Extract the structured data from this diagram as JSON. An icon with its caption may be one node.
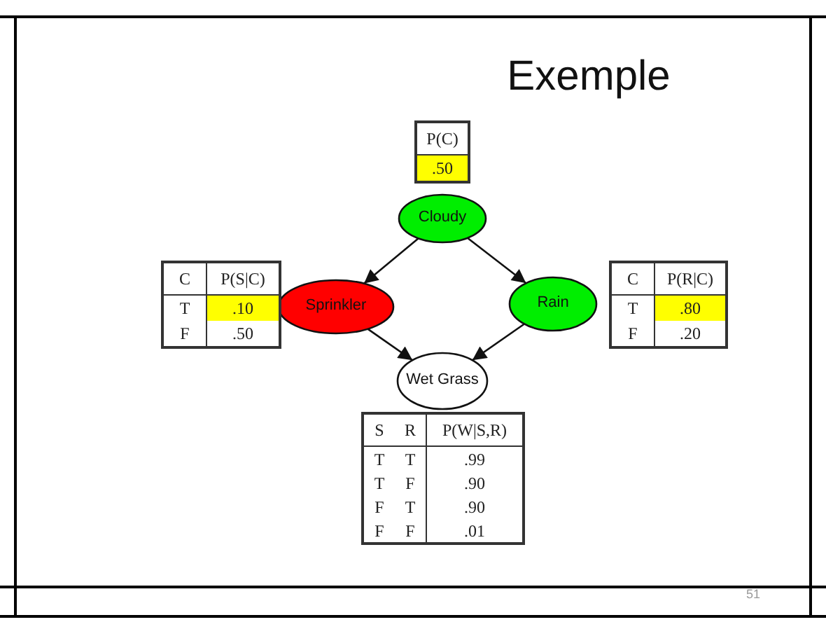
{
  "diagram": {
    "title": "Exemple",
    "nodes": [
      {
        "text": [
          "Cloudy"
        ]
      },
      {
        "text": [
          "Sprinkler"
        ]
      },
      {
        "text": [
          "Rain"
        ]
      },
      {
        "text": [
          "Wet Grass"
        ]
      }
    ],
    "edges": [
      {
        "from": 0,
        "to": 1,
        "arrow": "to"
      },
      {
        "from": 0,
        "to": 2,
        "arrow": "to"
      },
      {
        "from": 1,
        "to": 3,
        "arrow": "to"
      },
      {
        "from": 2,
        "to": 3,
        "arrow": "to"
      }
    ],
    "labels": [
      "P(C)",
      ".50",
      "C",
      "P(S|C)",
      "T",
      ".10",
      "F",
      ".50",
      "C",
      "P(R|C)",
      "T",
      ".80",
      "F",
      ".20",
      "S",
      "R",
      "P(W|S,R)",
      "T",
      "T",
      ".99",
      "T",
      "F",
      ".90",
      "F",
      "T",
      ".90",
      "F",
      "F",
      ".01",
      "51"
    ]
  }
}
